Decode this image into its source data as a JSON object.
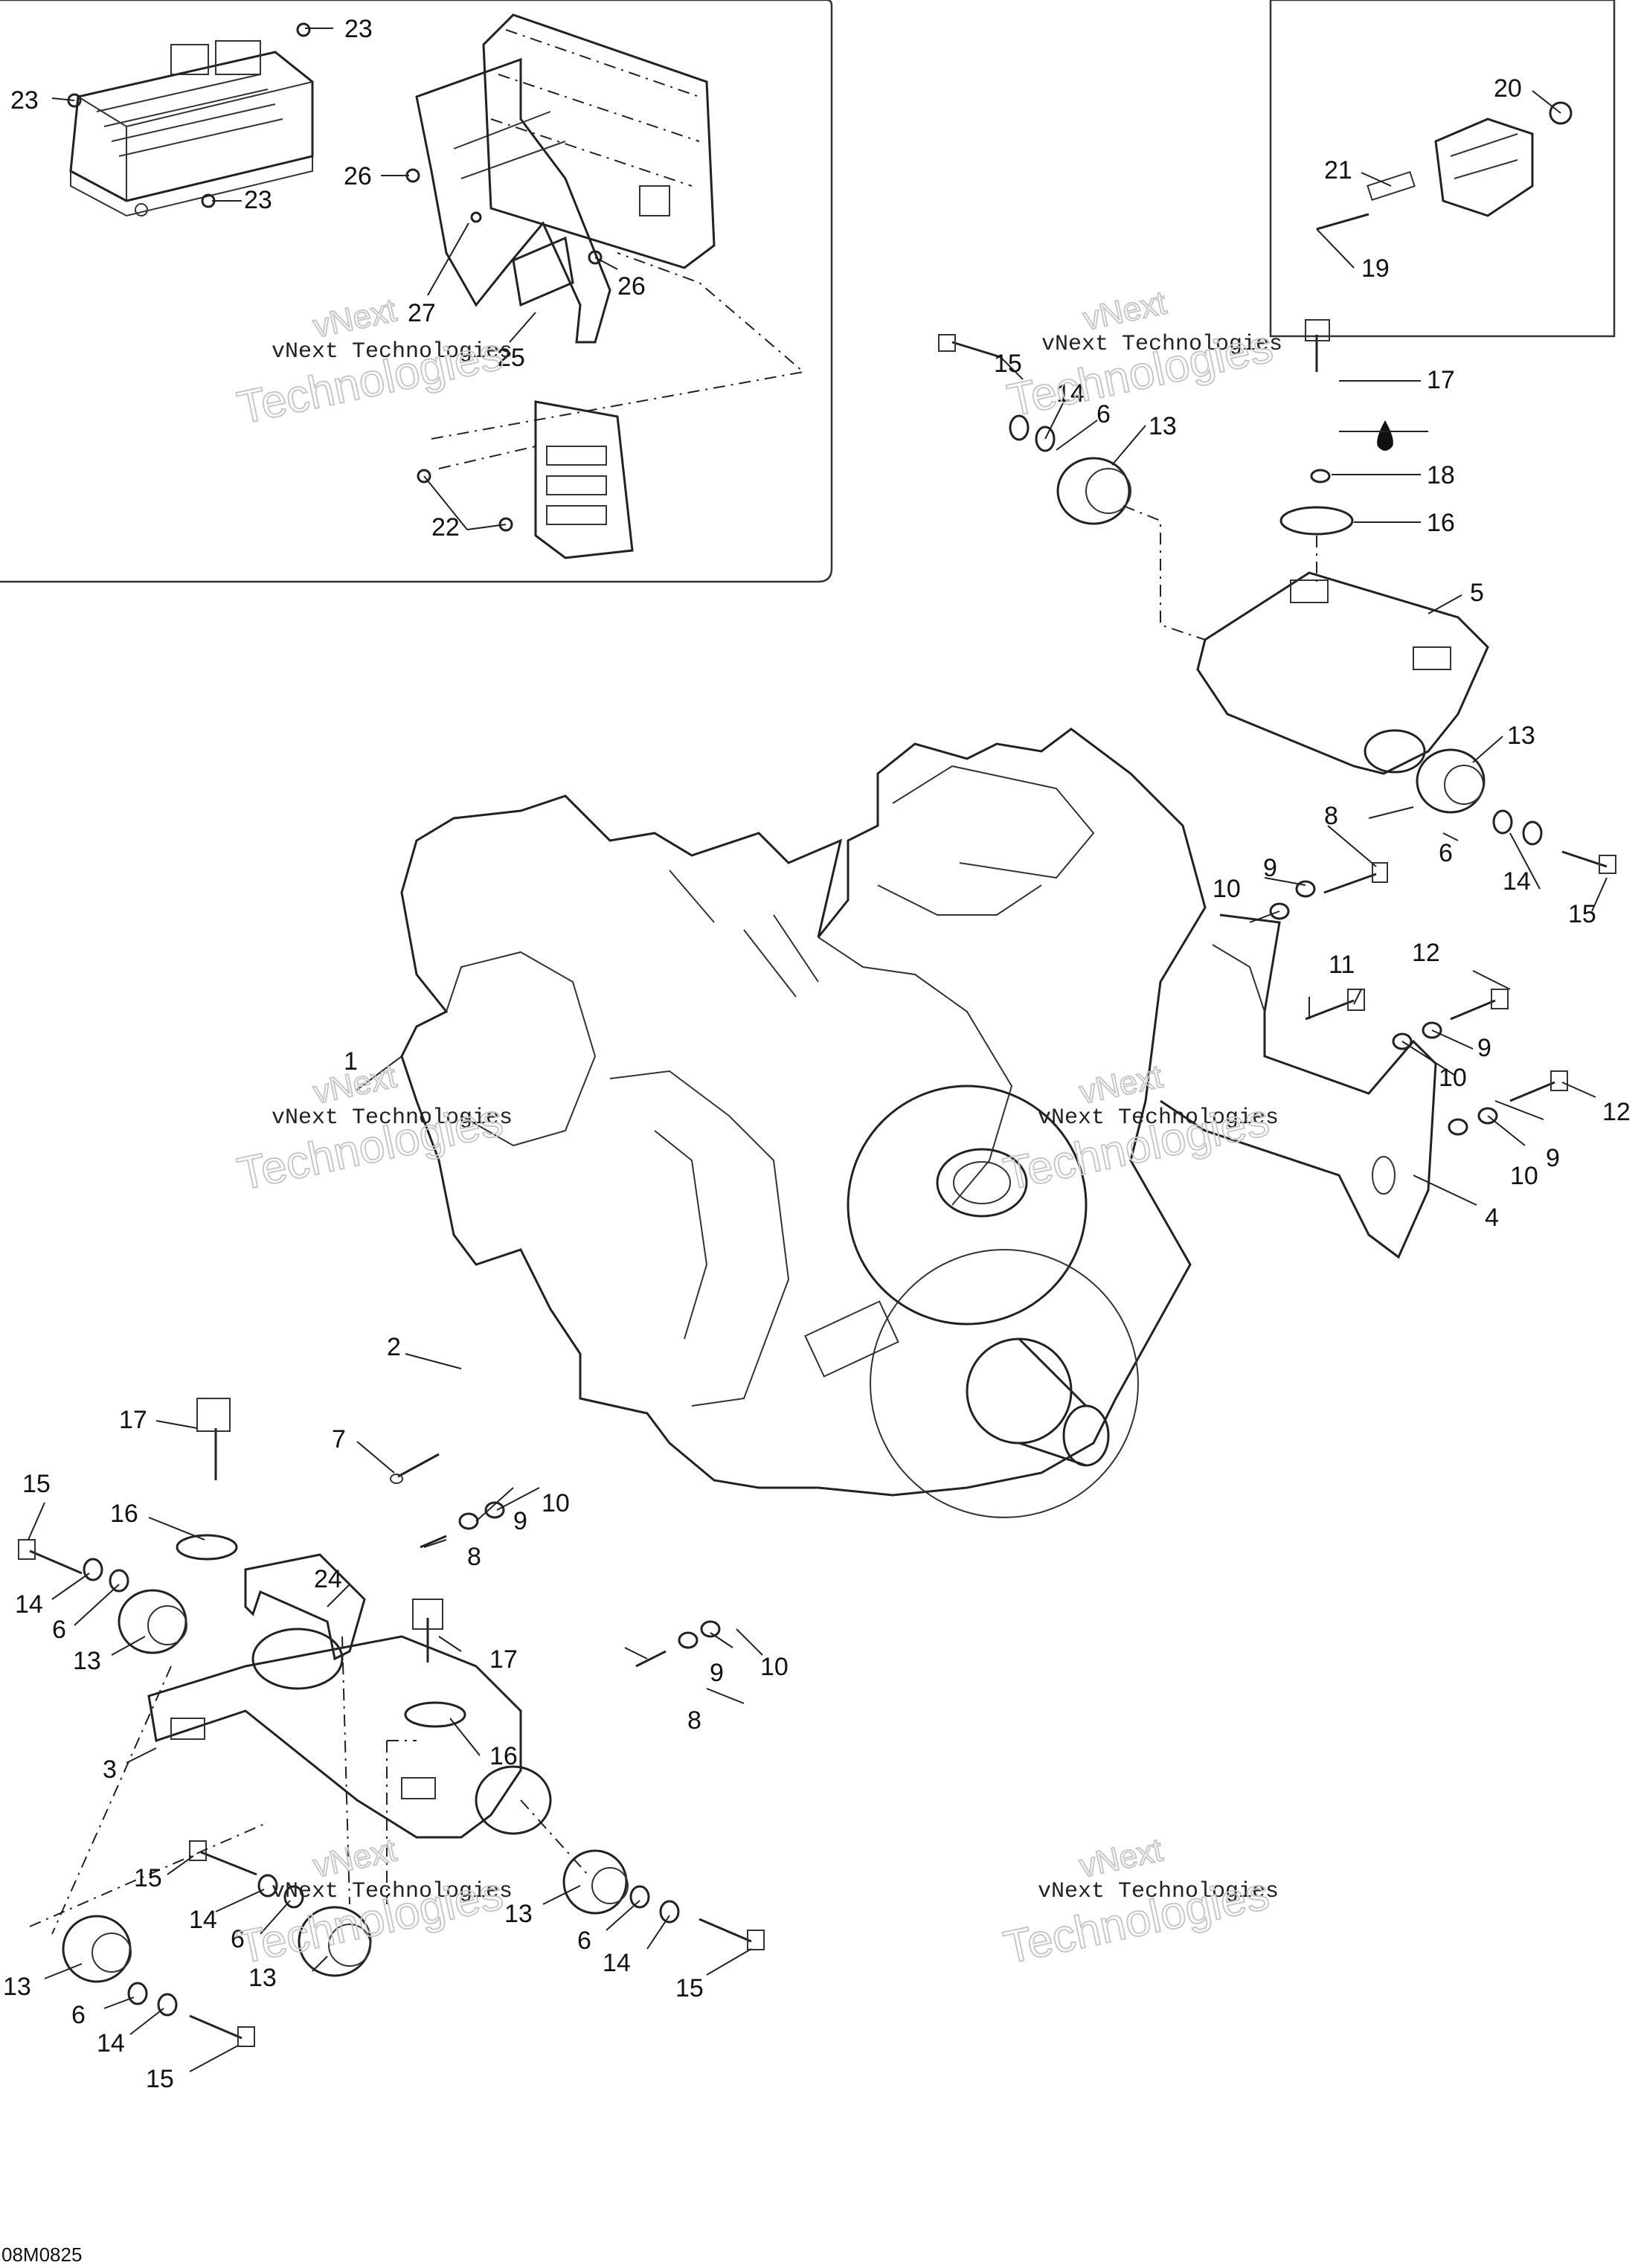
{
  "diagram": {
    "reference_code": "08M0825",
    "watermark": {
      "line1": "vNext Technologies",
      "line2": "Technologies",
      "top": "vNext"
    },
    "callouts": {
      "c1": "1",
      "c2": "2",
      "c3": "3",
      "c4": "4",
      "c5": "5",
      "c6": "6",
      "c7": "7",
      "c8": "8",
      "c9": "9",
      "c10": "10",
      "c11": "11",
      "c12": "12",
      "c13": "13",
      "c14": "14",
      "c15": "15",
      "c16": "16",
      "c17": "17",
      "c18": "18",
      "c19": "19",
      "c20": "20",
      "c21": "21",
      "c22": "22",
      "c23": "23",
      "c24": "24",
      "c25": "25",
      "c26": "26",
      "c27": "27"
    }
  }
}
